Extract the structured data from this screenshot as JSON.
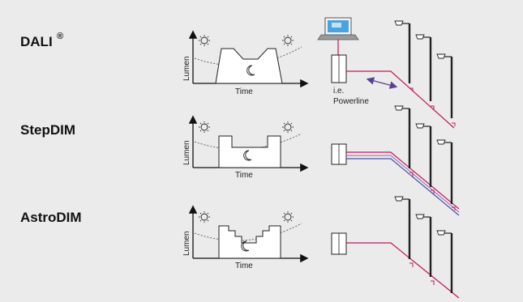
{
  "colors": {
    "background": "#ebebeb",
    "magenta_line": "#c2185b",
    "purple_line": "#4b4fa3",
    "light_purple_line": "#9a7fc0",
    "arrow_purple": "#5a3e9a",
    "laptop_screen": "#4aa3df",
    "laptop_base": "#9a9a9a"
  },
  "sections": [
    {
      "title": "DALI",
      "title_mark": "®",
      "ylabel": "Lumen",
      "xlabel": "Time",
      "extra_label_1": "i.e.",
      "extra_label_2": "Powerline"
    },
    {
      "title": "StepDIM",
      "ylabel": "Lumen",
      "xlabel": "Time"
    },
    {
      "title": "AstroDIM",
      "ylabel": "Lumen",
      "xlabel": "Time"
    }
  ],
  "icons": [
    "sun-icon",
    "moon-icon",
    "laptop-icon",
    "control-box-icon",
    "street-lamp-icon",
    "bidirectional-arrow-icon"
  ]
}
